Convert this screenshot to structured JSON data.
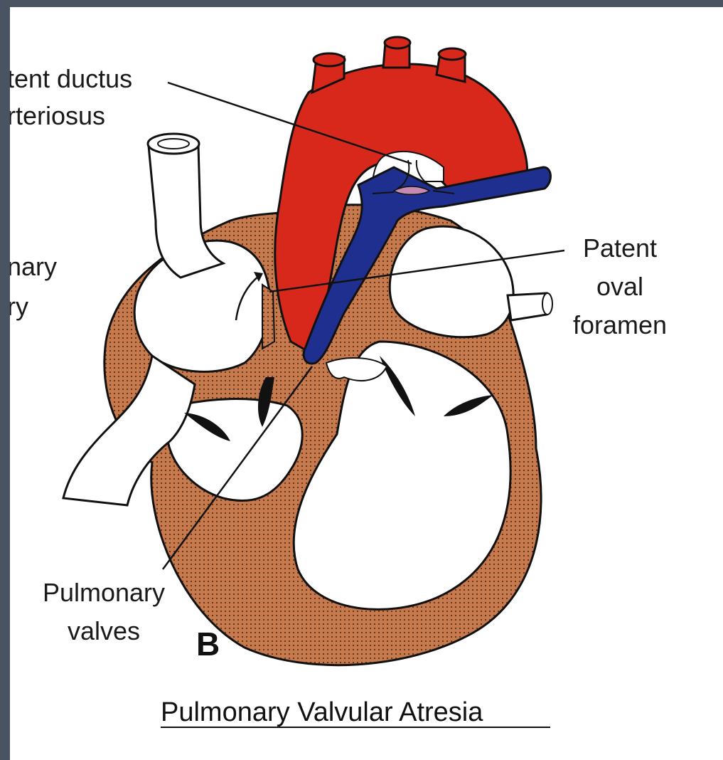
{
  "labels": {
    "ductus_line1": "tent ductus",
    "ductus_line2": "rteriosus",
    "pulm_artery_line1": "nary",
    "pulm_artery_line2": "ry",
    "oval_line1": "Patent",
    "oval_line2": "oval",
    "oval_line3": "foramen",
    "valves_line1": "Pulmonary",
    "valves_line2": "valves"
  },
  "panel_letter": "B",
  "caption": "Pulmonary Valvular Atresia",
  "colors": {
    "frame_border": "#4a5361",
    "aorta_red": "#d8281b",
    "pulmonary_blue": "#1f2f8f",
    "myocardium_brown": "#c67a4e",
    "outline": "#111111"
  }
}
